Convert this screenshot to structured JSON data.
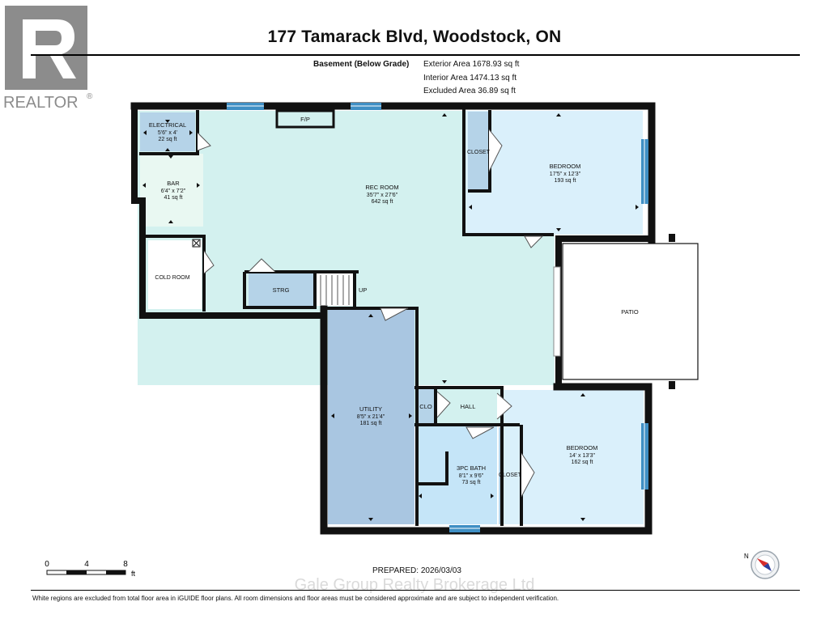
{
  "header": {
    "title": "177 Tamarack Blvd, Woodstock, ON",
    "level_name": "Basement (Below Grade)",
    "exterior_area": "Exterior Area 1678.93 sq ft",
    "interior_area": "Interior Area 1474.13 sq ft",
    "excluded_area": "Excluded Area 36.89 sq ft"
  },
  "logo": {
    "text": "REALTOR",
    "mark": "®",
    "icon": "realtor-r-logo"
  },
  "rooms": {
    "electrical": {
      "name": "ELECTRICAL",
      "dims": "5'6\" x 4'",
      "area": "22 sq ft"
    },
    "bar": {
      "name": "BAR",
      "dims": "6'4\" x 7'2\"",
      "area": "41 sq ft"
    },
    "rec_room": {
      "name": "REC ROOM",
      "dims": "35'7\" x 27'6\"",
      "area": "642 sq ft"
    },
    "fp": {
      "name": "F/P"
    },
    "closet1": {
      "name": "CLOSET"
    },
    "bedroom1": {
      "name": "BEDROOM",
      "dims": "17'5\" x 12'3\"",
      "area": "193 sq ft"
    },
    "cold_room": {
      "name": "COLD ROOM"
    },
    "strg": {
      "name": "STRG"
    },
    "up": {
      "name": "UP"
    },
    "patio": {
      "name": "PATIO"
    },
    "utility": {
      "name": "UTILITY",
      "dims": "8'5\" x 21'4\"",
      "area": "181 sq ft"
    },
    "clo": {
      "name": "CLO"
    },
    "hall": {
      "name": "HALL"
    },
    "bath": {
      "name": "3PC BATH",
      "dims": "8'1\" x 9'6\"",
      "area": "73 sq ft"
    },
    "closet2": {
      "name": "CLOSET"
    },
    "bedroom2": {
      "name": "BEDROOM",
      "dims": "14' x 13'3\"",
      "area": "162 sq ft"
    }
  },
  "scale": {
    "ticks": [
      "0",
      "4",
      "8"
    ],
    "unit": "ft"
  },
  "compass": {
    "label": "N",
    "icon": "compass-icon"
  },
  "prepared": "PREPARED: 2026/03/03",
  "watermark": "Gale Group Realty Brokerage Ltd",
  "disclaimer": "White regions are excluded from total floor area in iGUIDE floor plans. All room dimensions and floor areas must be considered approximate and are subject to independent verification.",
  "colors": {
    "rec_room": "#d3f1ef",
    "bedroom": "#daf0fb",
    "utility": "#a9c6e1",
    "bath": "#c5e5f8",
    "storage": "#b5d3e8",
    "window": "#3f8fc4",
    "wall": "#111111"
  }
}
